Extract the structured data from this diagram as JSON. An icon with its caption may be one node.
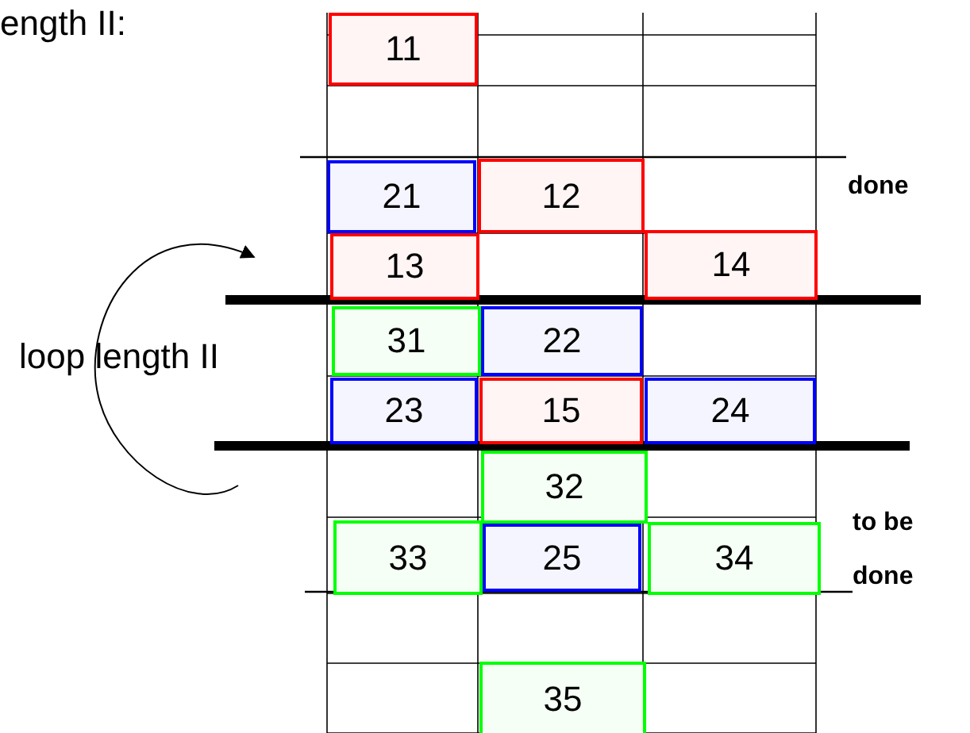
{
  "diagram": {
    "nodes": [
      {
        "text": [
          "11"
        ]
      },
      {
        "text": [
          "21"
        ]
      },
      {
        "text": [
          "12"
        ]
      },
      {
        "text": [
          "13"
        ]
      },
      {
        "text": [
          "14"
        ]
      },
      {
        "text": [
          "31"
        ]
      },
      {
        "text": [
          "22"
        ]
      },
      {
        "text": [
          "23"
        ]
      },
      {
        "text": [
          "15"
        ]
      },
      {
        "text": [
          "24"
        ]
      },
      {
        "text": [
          "32"
        ]
      },
      {
        "text": [
          "33"
        ]
      },
      {
        "text": [
          "25"
        ]
      },
      {
        "text": [
          "34"
        ]
      },
      {
        "text": [
          "35"
        ]
      }
    ],
    "labels": [
      "ength II:",
      "done",
      "loop length II",
      "to be done"
    ]
  }
}
